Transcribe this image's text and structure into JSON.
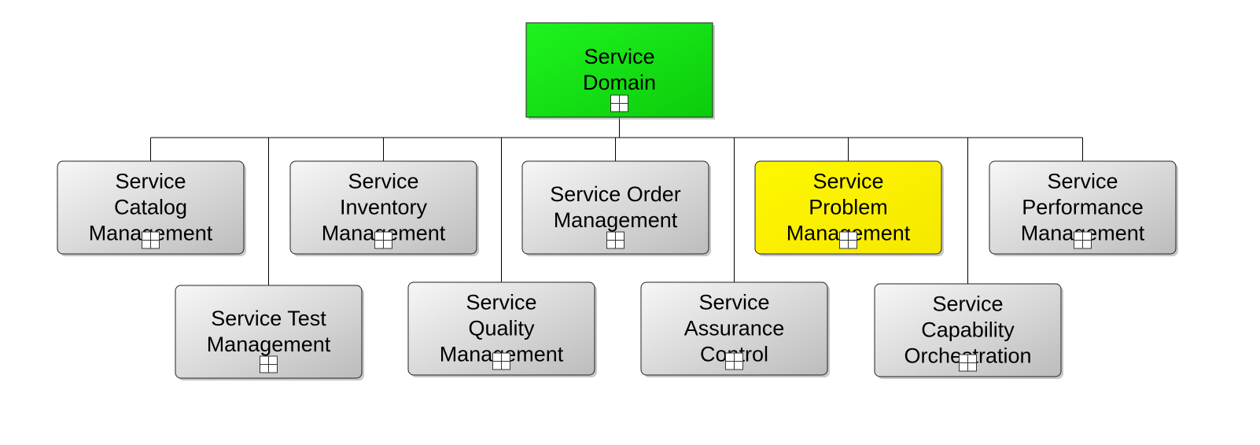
{
  "colors": {
    "root_fill": "#16e016",
    "highlight_fill": "#fff200",
    "node_fill": "#e0e0e0",
    "line": "#000000"
  },
  "root": {
    "label_lines": [
      "Service",
      "Domain"
    ],
    "expand_icon": "plus-box-icon"
  },
  "children": [
    {
      "id": "service-catalog-management",
      "label_lines": [
        "Service",
        "Catalog",
        "Management"
      ],
      "highlight": false,
      "expand_icon": "plus-box-icon"
    },
    {
      "id": "service-test-management",
      "label_lines": [
        "Service Test",
        "Management"
      ],
      "highlight": false,
      "expand_icon": "plus-box-icon"
    },
    {
      "id": "service-inventory-management",
      "label_lines": [
        "Service",
        "Inventory",
        "Management"
      ],
      "highlight": false,
      "expand_icon": "plus-box-icon"
    },
    {
      "id": "service-quality-management",
      "label_lines": [
        "Service",
        "Quality",
        "Management"
      ],
      "highlight": false,
      "expand_icon": "plus-box-icon"
    },
    {
      "id": "service-order-management",
      "label_lines": [
        "Service Order",
        "Management"
      ],
      "highlight": false,
      "expand_icon": "plus-box-icon"
    },
    {
      "id": "service-assurance-control",
      "label_lines": [
        "Service",
        "Assurance",
        "Control"
      ],
      "highlight": false,
      "expand_icon": "plus-box-icon"
    },
    {
      "id": "service-problem-management",
      "label_lines": [
        "Service",
        "Problem",
        "Management"
      ],
      "highlight": true,
      "expand_icon": "plus-box-icon"
    },
    {
      "id": "service-capability-orchestration",
      "label_lines": [
        "Service",
        "Capability",
        "Orchestration"
      ],
      "highlight": false,
      "expand_icon": "plus-box-icon"
    },
    {
      "id": "service-performance-management",
      "label_lines": [
        "Service",
        "Performance",
        "Management"
      ],
      "highlight": false,
      "expand_icon": "plus-box-icon"
    }
  ]
}
